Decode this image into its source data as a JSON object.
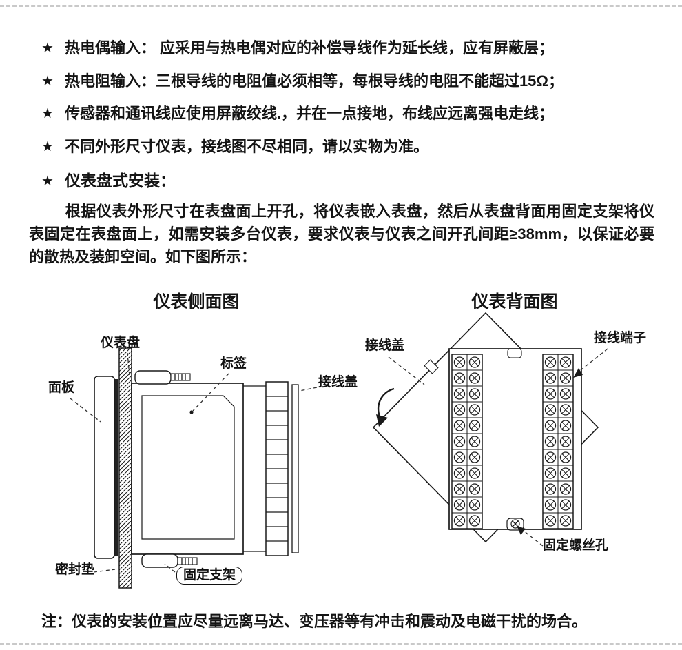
{
  "doc": {
    "star": "★",
    "bullets": [
      "热电偶输入： 应采用与热电偶对应的补偿导线作为延长线，应有屏蔽层；",
      "热电阻输入：三根导线的电阻值必须相等，每根导线的电阻不能超过15Ω；",
      "传感器和通讯线应使用屏蔽绞线.，并在一点接地，布线应远离强电走线；",
      "不同外形尺寸仪表，接线图不尽相同，请以实物为准。"
    ],
    "section_title": "仪表盘式安装：",
    "paragraph": "根据仪表外形尺寸在表盘面上开孔，将仪表嵌入表盘，然后从表盘背面用固定支架将仪表固定在表盘面上，如需安装多台仪表，要求仪表与仪表之间开孔间距≥38mm，以保证必要的散热及装卸空间。如下图所示：",
    "figures": {
      "side": {
        "title": "仪表侧面图",
        "labels": {
          "panel_board": "仪表盘",
          "tag": "标签",
          "terminal_cover": "接线盖",
          "front_panel": "面板",
          "seal_gasket": "密封垫",
          "fixing_bracket": "固定支架"
        }
      },
      "back": {
        "title": "仪表背面图",
        "labels": {
          "terminal_cover": "接线盖",
          "terminal_block": "接线端子",
          "fixing_screw_hole": "固定螺丝孔"
        }
      }
    },
    "note": "注：仪表的安装位置应尽量远离马达、变压器等有冲击和震动及电磁干扰的场合。"
  },
  "colors": {
    "text": "#141414",
    "line": "#1a1a1a",
    "dashed_rule": "#c9c9c9"
  }
}
